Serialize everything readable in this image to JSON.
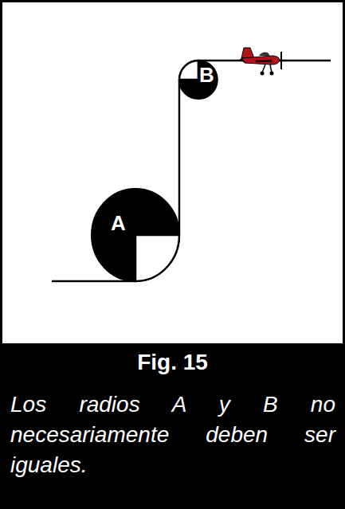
{
  "diagram": {
    "title": "Fig. 15",
    "caption": "Los radios A y B no necesariamente deben ser iguales.",
    "nodes": [
      {
        "text": [
          "A"
        ]
      },
      {
        "text": [
          "B"
        ]
      }
    ],
    "edges": [
      {
        "from": 0,
        "to": 1,
        "arrow": "none"
      }
    ]
  }
}
